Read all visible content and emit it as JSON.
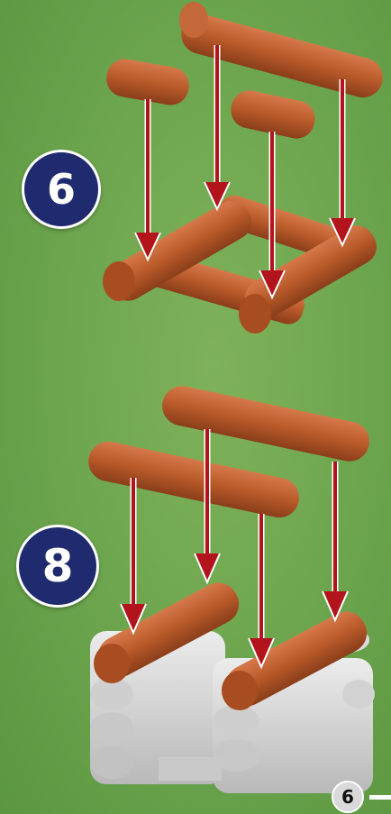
{
  "steps": [
    {
      "number": "6"
    },
    {
      "number": "8"
    }
  ],
  "page": {
    "number": "6"
  },
  "colors": {
    "background": "#6ba44d",
    "badge": "#1f2b6e",
    "log": "#b95a2a",
    "log_dark": "#8a3e1a",
    "arrow": "#b3141c",
    "stone": "#d4d4d4"
  }
}
